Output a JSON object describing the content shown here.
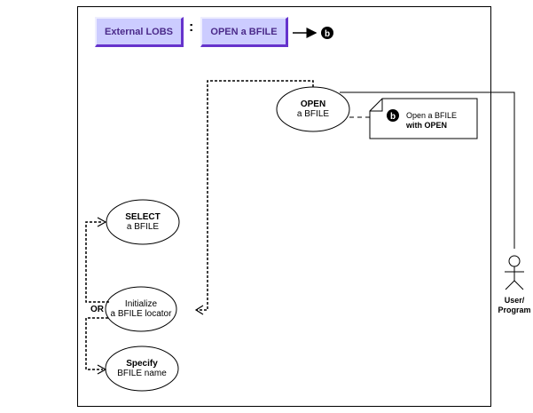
{
  "header": {
    "breadcrumb": [
      "External LOBS",
      "OPEN a BFILE"
    ],
    "separator": ":",
    "step_badge": "b"
  },
  "use_cases": {
    "open": {
      "title": "OPEN",
      "subtitle": "a BFILE"
    },
    "select": {
      "title": "SELECT",
      "subtitle": "a BFILE"
    },
    "initialize": {
      "title": "Initialize",
      "subtitle": "a BFILE locator"
    },
    "specify": {
      "title": "Specify",
      "subtitle": "BFILE name"
    }
  },
  "note": {
    "badge": "b",
    "line1": "Open a BFILE",
    "line2": "with OPEN"
  },
  "or_label": "OR",
  "actor": {
    "line1": "User/",
    "line2": "Program"
  },
  "colors": {
    "crumb_bg": "#ccccff",
    "crumb_text": "#4b2a8a",
    "crumb_shadow": "#6633cc"
  }
}
